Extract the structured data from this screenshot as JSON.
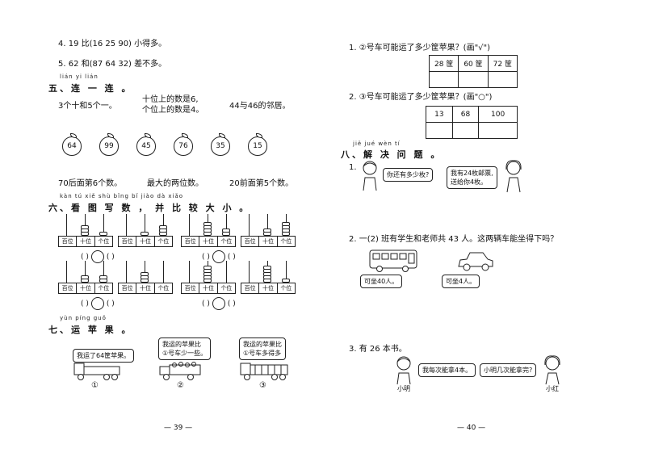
{
  "left": {
    "q4": "4. 19 比(16   25   90) 小得多。",
    "q5": "5. 62 和(87   64   32) 差不多。",
    "sec5": {
      "pinyin": "lián yi lián",
      "title": "五、连 一 连 。"
    },
    "clues_top": [
      "3个十和5个一。",
      "十位上的数是6,",
      "个位上的数是4。",
      "44与46的邻居。"
    ],
    "apples": [
      "64",
      "99",
      "45",
      "76",
      "35",
      "15"
    ],
    "clues_bottom": [
      "70后面第6个数。",
      "最大的两位数。",
      "20前面第5个数。"
    ],
    "sec6": {
      "pinyin": "kàn tú xiě shù   bǐng bǐ jiào dà xiǎo",
      "title": "六、看 图 写 数 ， 并 比 较 大 小 。"
    },
    "abacus_labels": [
      "百位",
      "十位",
      "个位"
    ],
    "paren": "(    )",
    "sec7": {
      "pinyin": "yùn píng guǒ",
      "title": "七、运 苹 果 。"
    },
    "truck1_bubble": "我运了64筐苹果。",
    "truck2_bubble": [
      "我运的苹果比",
      "①号车少一些。"
    ],
    "truck3_bubble": [
      "我运的苹果比",
      "①号车多得多"
    ],
    "truck_nums": [
      "①",
      "②",
      "③"
    ],
    "page": "— 39 —"
  },
  "right": {
    "q1": "1. ②号车可能运了多少筐苹果？(画\"√\")",
    "table1": [
      "28 筐",
      "60 筐",
      "72 筐"
    ],
    "q2": "2. ③号车可能运了多少筐苹果？(画\"○\")",
    "table2": [
      "13",
      "68",
      "100"
    ],
    "sec8": {
      "pinyin": "jiě jué wèn tí",
      "title": "八、解 决 问 题 。"
    },
    "p1_num": "1.",
    "p1_bubble1": "你还有多少枚?",
    "p1_bubble2": [
      "我有24枚邮票,",
      "送给你4枚。"
    ],
    "p2": "2. 一(2) 班有学生和老师共 43 人。这两辆车能坐得下吗？",
    "bus_label": "可坐40人。",
    "car_label": "可坐4人。",
    "p3": "3. 有 26 本书。",
    "p3_bubble1": "我每次能拿4本。",
    "p3_bubble2": "小明几次能拿完?",
    "name1": "小明",
    "name2": "小红",
    "page": "— 40 —"
  }
}
